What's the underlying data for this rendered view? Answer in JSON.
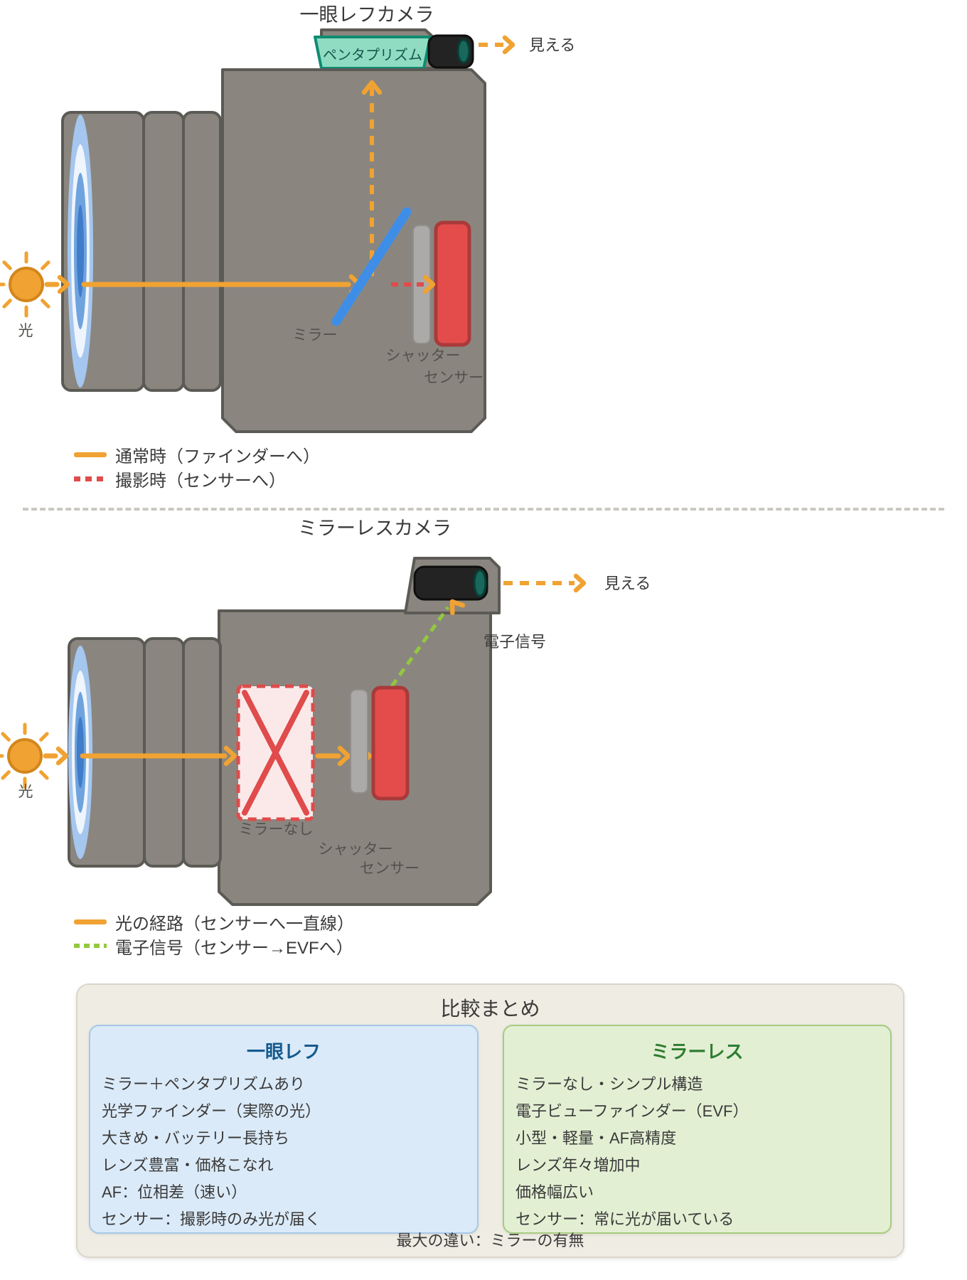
{
  "colors": {
    "orange": "#F0A232",
    "sun_border": "#D2861C",
    "red": "#E04B4B",
    "green": "#92C83F",
    "mirror_blue": "#3E8EE8",
    "body": "#8A867F",
    "body_border": "#5C5A55",
    "shutter": "#ACAAA8",
    "shutter_border": "#918F8D",
    "sensor": "#E44C4C",
    "sensor_border": "#A93A3A",
    "prism_fill": "#8FDCC3",
    "prism_border": "#0F8C72",
    "prism_text": "#17564B",
    "eyepiece": "#232323",
    "eyepiece_border": "#0E0E0E",
    "evf_glass": "#1A685B",
    "evf_glass_border": "#063F35",
    "lens_b1": "#A5C6EE",
    "lens_b2": "#EFF5FC",
    "lens_b3": "#6FA3DE",
    "lens_b4": "#3F7CC9",
    "xbox_bg": "#FBE9E9",
    "label_gray": "#54514D",
    "text": "#3A3A3A",
    "divider": "#CBC8C0",
    "panel_bg": "#EFECE3",
    "panel_border": "#DAD6CA",
    "dslr_bg": "#DBEAF8",
    "dslr_border": "#A6C8E8",
    "dslr_title": "#155A8E",
    "ml_bg": "#E3EFD3",
    "ml_border": "#A6CB7F",
    "ml_title": "#2E7D32"
  },
  "dslr": {
    "title": "一眼レフカメラ",
    "labels": {
      "pentaprism": "ペンタプリズム",
      "visible": "見える",
      "light": "光",
      "mirror": "ミラー",
      "shutter": "シャッター",
      "sensor": "センサー"
    },
    "legend": [
      {
        "swatch": "orange-solid",
        "label": "通常時（ファインダーへ）"
      },
      {
        "swatch": "red-dashed",
        "label": "撮影時（センサーへ）"
      }
    ]
  },
  "mirrorless": {
    "title": "ミラーレスカメラ",
    "labels": {
      "visible": "見える",
      "signal": "電子信号",
      "light": "光",
      "no_mirror": "ミラーなし",
      "shutter": "シャッター",
      "sensor": "センサー"
    },
    "legend": [
      {
        "swatch": "orange-solid",
        "label": "光の経路（センサーへ一直線）"
      },
      {
        "swatch": "green-dashed",
        "label": "電子信号（センサー→EVFへ）"
      }
    ]
  },
  "comparison": {
    "title": "比較まとめ",
    "dslr": {
      "title": "一眼レフ",
      "items": [
        "ミラー＋ペンタプリズムあり",
        "光学ファインダー（実際の光）",
        "大きめ・バッテリー長持ち",
        "レンズ豊富・価格こなれ",
        "AF：位相差（速い）",
        "センサー：撮影時のみ光が届く"
      ]
    },
    "mirrorless": {
      "title": "ミラーレス",
      "items": [
        "ミラーなし・シンプル構造",
        "電子ビューファインダー（EVF）",
        "小型・軽量・AF高精度",
        "レンズ年々増加中",
        "価格幅広い",
        "センサー：常に光が届いている"
      ]
    },
    "note": "最大の違い：ミラーの有無"
  }
}
